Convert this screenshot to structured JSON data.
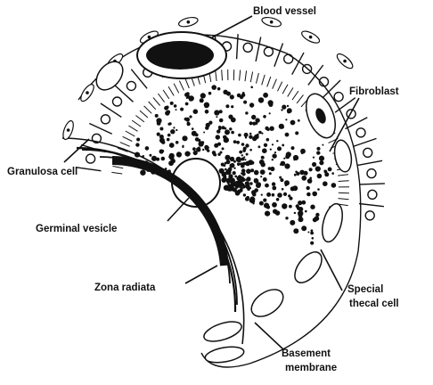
{
  "diagram": {
    "labels": {
      "blood_vessel": "Blood vessel",
      "fibroblast": "Fibroblast",
      "granulosa_cell": "Granulosa cell",
      "germinal_vesicle": "Germinal vesicle",
      "zona_radiata": "Zona radiata",
      "special_thecal_cell_line1": "Special",
      "special_thecal_cell_line2": "thecal cell",
      "basement_membrane_line1": "Basement",
      "basement_membrane_line2": "membrane"
    },
    "colors": {
      "ink": "#111111",
      "paper": "#ffffff"
    }
  }
}
